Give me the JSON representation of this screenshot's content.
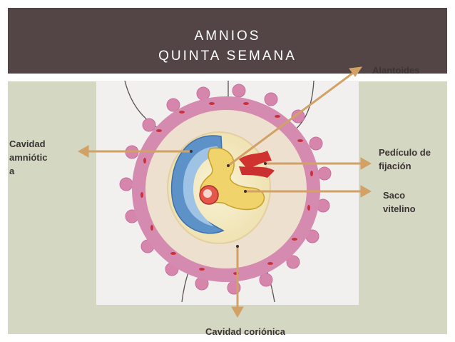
{
  "slide": {
    "title_line1": "AMNIOS",
    "title_line2": "QUINTA SEMANA"
  },
  "labels": {
    "alantoides": "Alantoides",
    "cavidad_amniotica_1": "Cavidad",
    "cavidad_amniotica_2": "amniótic",
    "cavidad_amniotica_3": "a",
    "pediculo_1": "Pedículo de",
    "pediculo_2": "fijación",
    "saco_1": "Saco",
    "saco_2": "vitelino",
    "cavidad_corionica": "Cavidad coriónica"
  },
  "colors": {
    "header": "#534545",
    "panel": "#d4d7c2",
    "arrow": "#d1a165"
  }
}
